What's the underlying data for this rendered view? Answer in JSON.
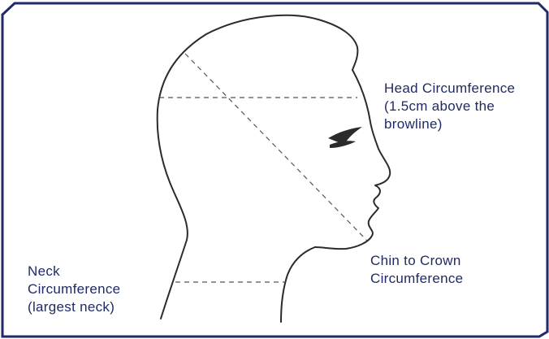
{
  "colors": {
    "border": "#1f2a66",
    "text": "#1f2a66",
    "outline": "#2b2b2b",
    "guide": "#555555",
    "background": "#ffffff"
  },
  "labels": {
    "head": {
      "line1": "Head Circumference",
      "line2": "(1.5cm above the",
      "line3": "browline)"
    },
    "chin": {
      "line1": "Chin to Crown",
      "line2": "Circumference"
    },
    "neck": {
      "line1": "Neck",
      "line2": "Circumference",
      "line3": "(largest neck)"
    }
  },
  "icons": {
    "head_profile": "head-silhouette-outline",
    "eye": "eye-brow-icon"
  }
}
